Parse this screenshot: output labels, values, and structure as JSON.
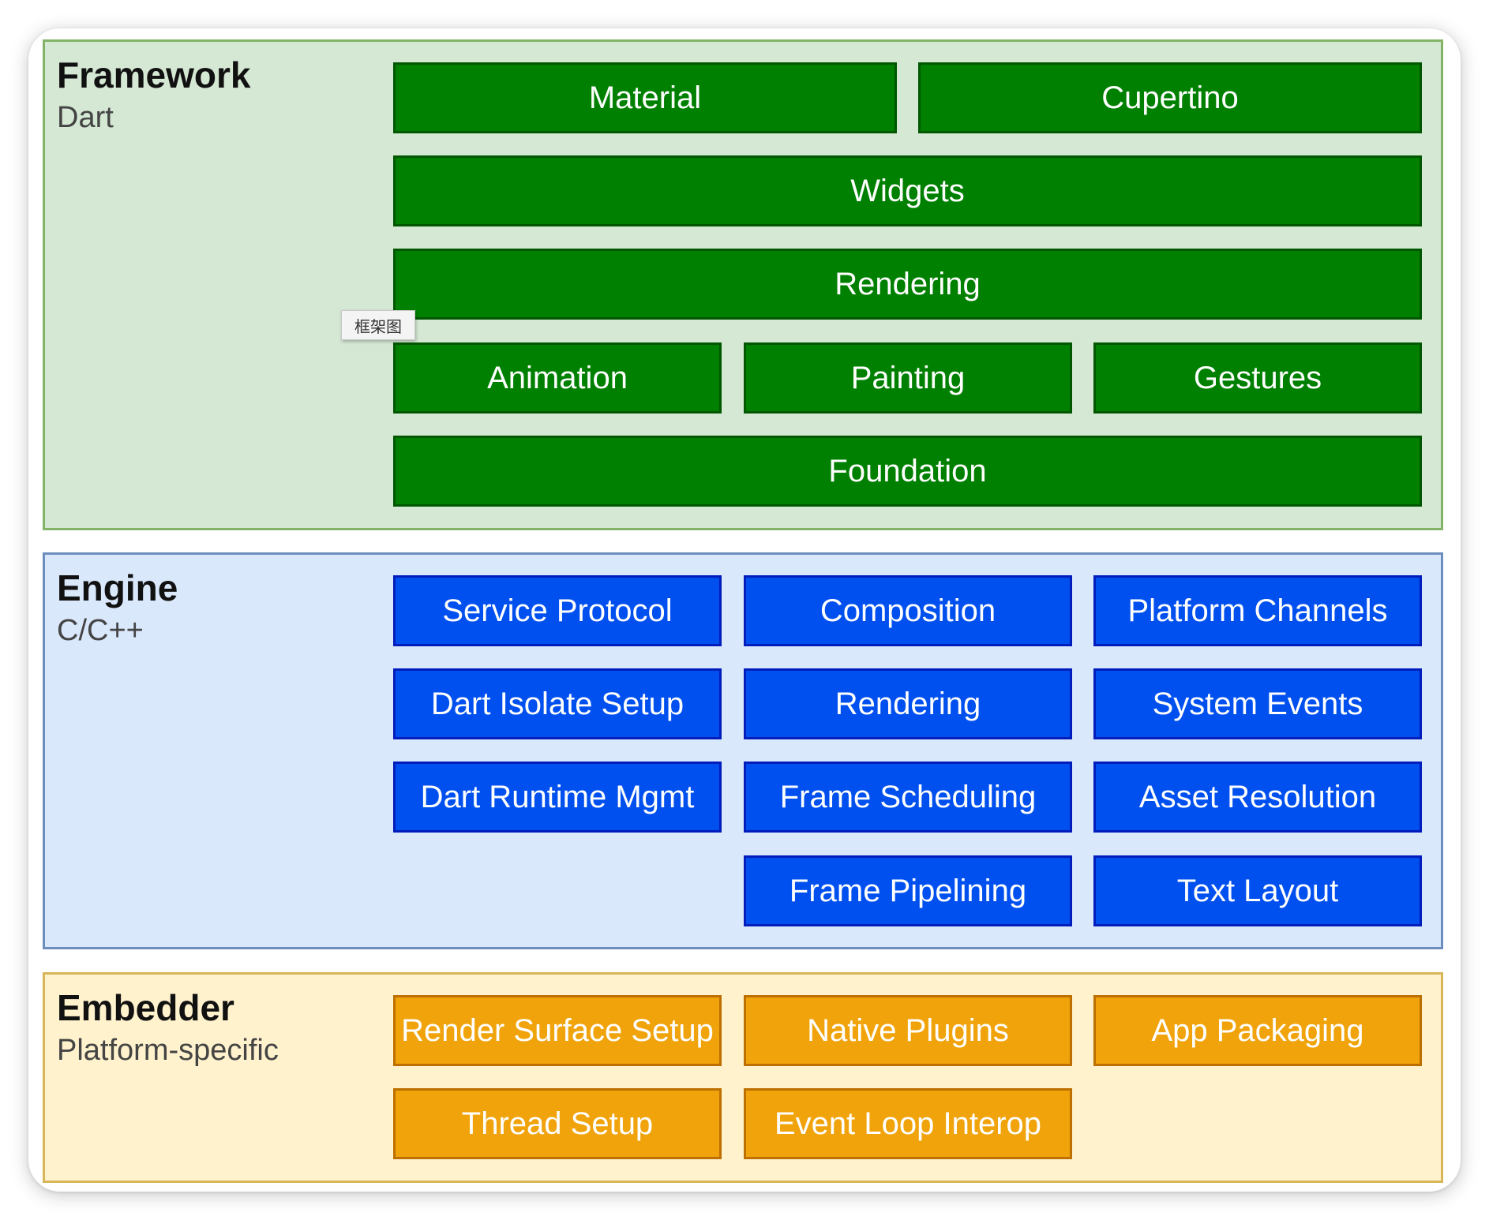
{
  "framework": {
    "title": "Framework",
    "subtitle": "Dart",
    "boxes": [
      "Material",
      "Cupertino",
      "Widgets",
      "Rendering",
      "Animation",
      "Painting",
      "Gestures",
      "Foundation"
    ]
  },
  "engine": {
    "title": "Engine",
    "subtitle": "C/C++",
    "boxes": [
      "Service Protocol",
      "Composition",
      "Platform Channels",
      "Dart Isolate Setup",
      "Rendering",
      "System Events",
      "Dart Runtime Mgmt",
      "Frame Scheduling",
      "Asset Resolution",
      "Frame Pipelining",
      "Text Layout"
    ]
  },
  "embedder": {
    "title": "Embedder",
    "subtitle": "Platform-specific",
    "boxes": [
      "Render Surface Setup",
      "Native Plugins",
      "App Packaging",
      "Thread Setup",
      "Event Loop Interop"
    ]
  },
  "tooltip": "框架图",
  "colors": {
    "framework_fill": "#d5e8d4",
    "engine_fill": "#dae8fc",
    "embedder_fill": "#fff2cc",
    "framework_box": "#008000",
    "engine_box": "#0050ef",
    "embedder_box": "#f0a30a"
  }
}
